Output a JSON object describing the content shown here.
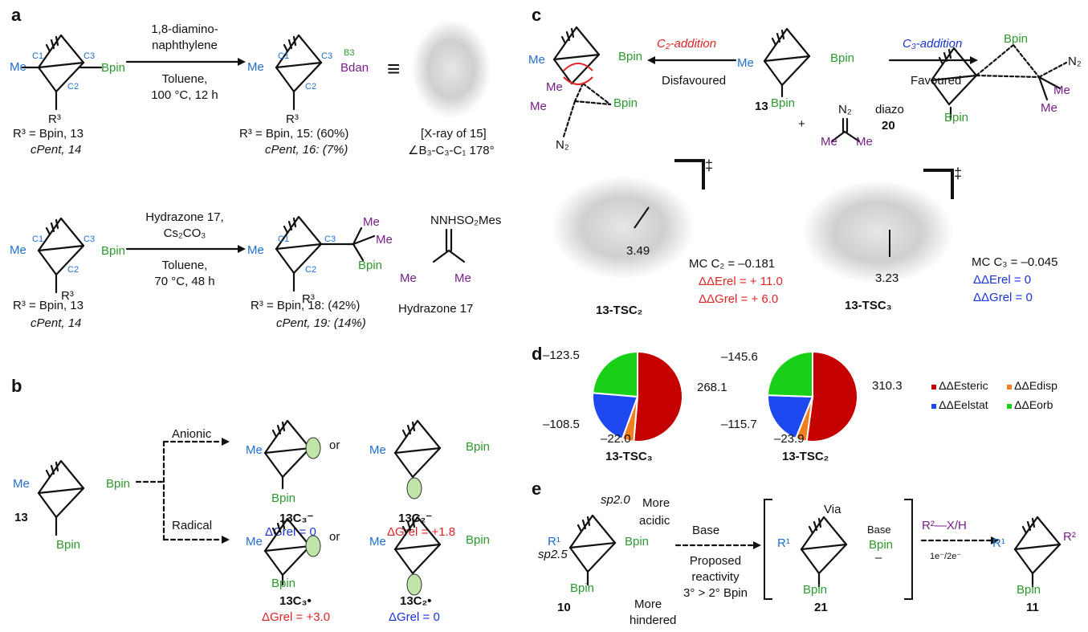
{
  "panel_labels": {
    "a": "a",
    "b": "b",
    "c": "c",
    "d": "d",
    "e": "e"
  },
  "a": {
    "r1": {
      "reagent1": "1,8-diamino-",
      "reagent2": "naphthylene",
      "cond1": "Toluene,",
      "cond2": "100 °C, 12 h",
      "sm1": "R³ = Bpin, 13",
      "sm2": "cPent, 14",
      "p1": "R³ = Bpin, 15: (60%)",
      "p2": "cPent, 16: (7%)",
      "xray1": "[X-ray of 15]",
      "xray2": "∠B₃-C₃-C₁ 178°",
      "equiv": "≡"
    },
    "r2": {
      "reagent1": "Hydrazone 17,",
      "reagent2": "Cs₂CO₃",
      "cond1": "Toluene,",
      "cond2": "70 °C, 48 h",
      "sm1": "R³ = Bpin, 13",
      "sm2": "cPent, 14",
      "p1": "R³ = Bpin, 18: (42%)",
      "p2": "cPent, 19: (14%)",
      "hydrazone_label": "Hydrazone 17",
      "nnh": "NNHSO₂Mes"
    },
    "atoms": {
      "me": "Me",
      "bpin": "Bpin",
      "bdan": "Bdan",
      "c1": "C1",
      "c2": "C2",
      "c3": "C3",
      "b3": "B3",
      "r3": "R³"
    }
  },
  "b": {
    "anionic": "Anionic",
    "radical": "Radical",
    "or": "or",
    "compound": "13",
    "s1_label": "13C₃⁻",
    "s1_dg": "ΔGrel = 0",
    "s2_label": "13C₂⁻",
    "s2_dg": "ΔGrel = +1.8",
    "s3_label": "13C₃•",
    "s3_dg": "ΔGrel = +3.0",
    "s4_label": "13C₂•",
    "s4_dg": "ΔGrel = 0"
  },
  "c": {
    "c2_add": "C₂-addition",
    "c2_sub": "Disfavoured",
    "c3_add": "C₃-addition",
    "c3_sub": "Favoured",
    "diazo": "diazo",
    "num13": "13",
    "num20": "20",
    "plus": "+",
    "n2": "N₂",
    "ts1": {
      "label": "13-TSC₂",
      "dist": "3.49",
      "mc": "MC C₂ = –0.181",
      "de": "ΔΔErel = + 11.0",
      "dg": "ΔΔGrel = + 6.0"
    },
    "ts2": {
      "label": "13-TSC₃",
      "dist": "3.23",
      "mc": "MC C₃ = –0.045",
      "de": "ΔΔErel = 0",
      "dg": "ΔΔGrel = 0"
    },
    "dagger": "‡"
  },
  "d": {
    "legend": [
      "ΔΔEsteric",
      "ΔΔEdisp",
      "ΔΔEelstat",
      "ΔΔEorb"
    ],
    "colors": {
      "steric": "#c40000",
      "disp": "#f07f1f",
      "elstat": "#1f49f0",
      "orb": "#18d018"
    },
    "pie1": {
      "label": "13-TSC₃",
      "steric": "268.1",
      "orb": "–123.5",
      "elstat": "–108.5",
      "disp": "–22.0"
    },
    "pie2": {
      "label": "13-TSC₂",
      "steric": "310.3",
      "orb": "–145.6",
      "elstat": "–115.7",
      "disp": "–23.9"
    }
  },
  "e": {
    "sp20": "sp2.0",
    "sp25": "sp2.5",
    "acidic1": "More",
    "acidic2": "acidic",
    "hind1": "More",
    "hind2": "hindered",
    "base": "Base",
    "prop1": "Proposed",
    "prop2": "reactivity",
    "prop3": "3° > 2° Bpin",
    "via": "Via",
    "base_lbl": "Base",
    "num10": "10",
    "num21": "21",
    "num11": "11",
    "reagent": "R²—X/H",
    "etrans": "1e⁻/2e⁻",
    "r1": "R¹",
    "r2": "R²",
    "minus": "–"
  }
}
